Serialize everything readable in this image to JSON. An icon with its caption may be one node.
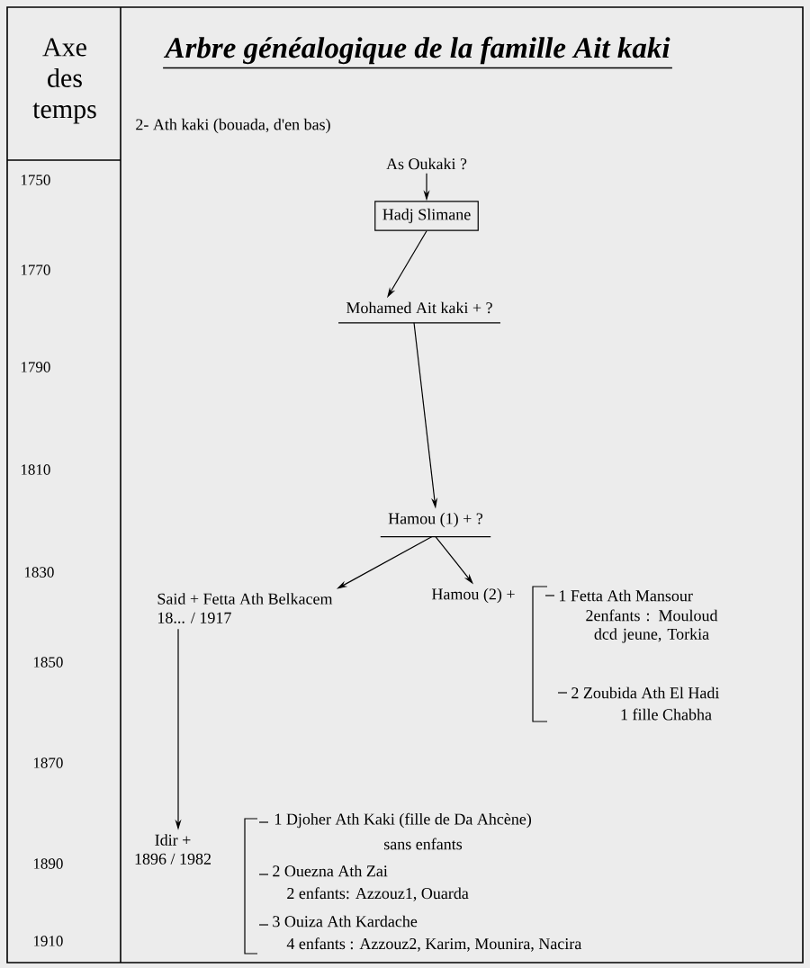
{
  "diagram": {
    "title": "Arbre généalogique de la famille Ait kaki",
    "nodes": [
      {
        "text": [
          "As Oukaki  ?"
        ]
      },
      {
        "text": [
          "Hadj Slimane"
        ]
      },
      {
        "text": [
          "Mohamed Ait kaki +  ?"
        ]
      },
      {
        "text": [
          "Hamou (1) +   ?"
        ]
      },
      {
        "text": [
          "Said   + Fetta Ath Belkacem",
          "18... / 1917"
        ]
      },
      {
        "text": [
          "Hamou (2) +"
        ]
      },
      {
        "text": [
          "Idir  +",
          "1896 / 1982"
        ]
      }
    ],
    "edges": [
      {
        "from": 0,
        "to": 1,
        "arrow": "to"
      },
      {
        "from": 1,
        "to": 2,
        "arrow": "to"
      },
      {
        "from": 2,
        "to": 3,
        "arrow": "to"
      },
      {
        "from": 3,
        "to": 4,
        "arrow": "to"
      },
      {
        "from": 3,
        "to": 5,
        "arrow": "to"
      },
      {
        "from": 4,
        "to": 6,
        "arrow": "to"
      }
    ],
    "labels": [
      "Axe des temps",
      "1750",
      "1770",
      "1790",
      "1810",
      "1830",
      "1850",
      "1870",
      "1890",
      "1910",
      "2- Ath kaki (bouada, d'en bas)",
      "1 Fetta Ath Mansour",
      "2enfants : Mouloud dcd jeune, Torkia",
      "2 Zoubida Ath El Hadi",
      "1 fille Chabha",
      "1 Djoher Ath Kaki (fille de Da Ahcène)",
      "sans enfants",
      "2 Ouezna Ath Zai",
      "2 enfants: Azzouz1, Ouarda",
      "3 Ouiza Ath Kardache",
      "4 enfants : Azzouz2, Karim, Mounira, Nacira"
    ]
  }
}
